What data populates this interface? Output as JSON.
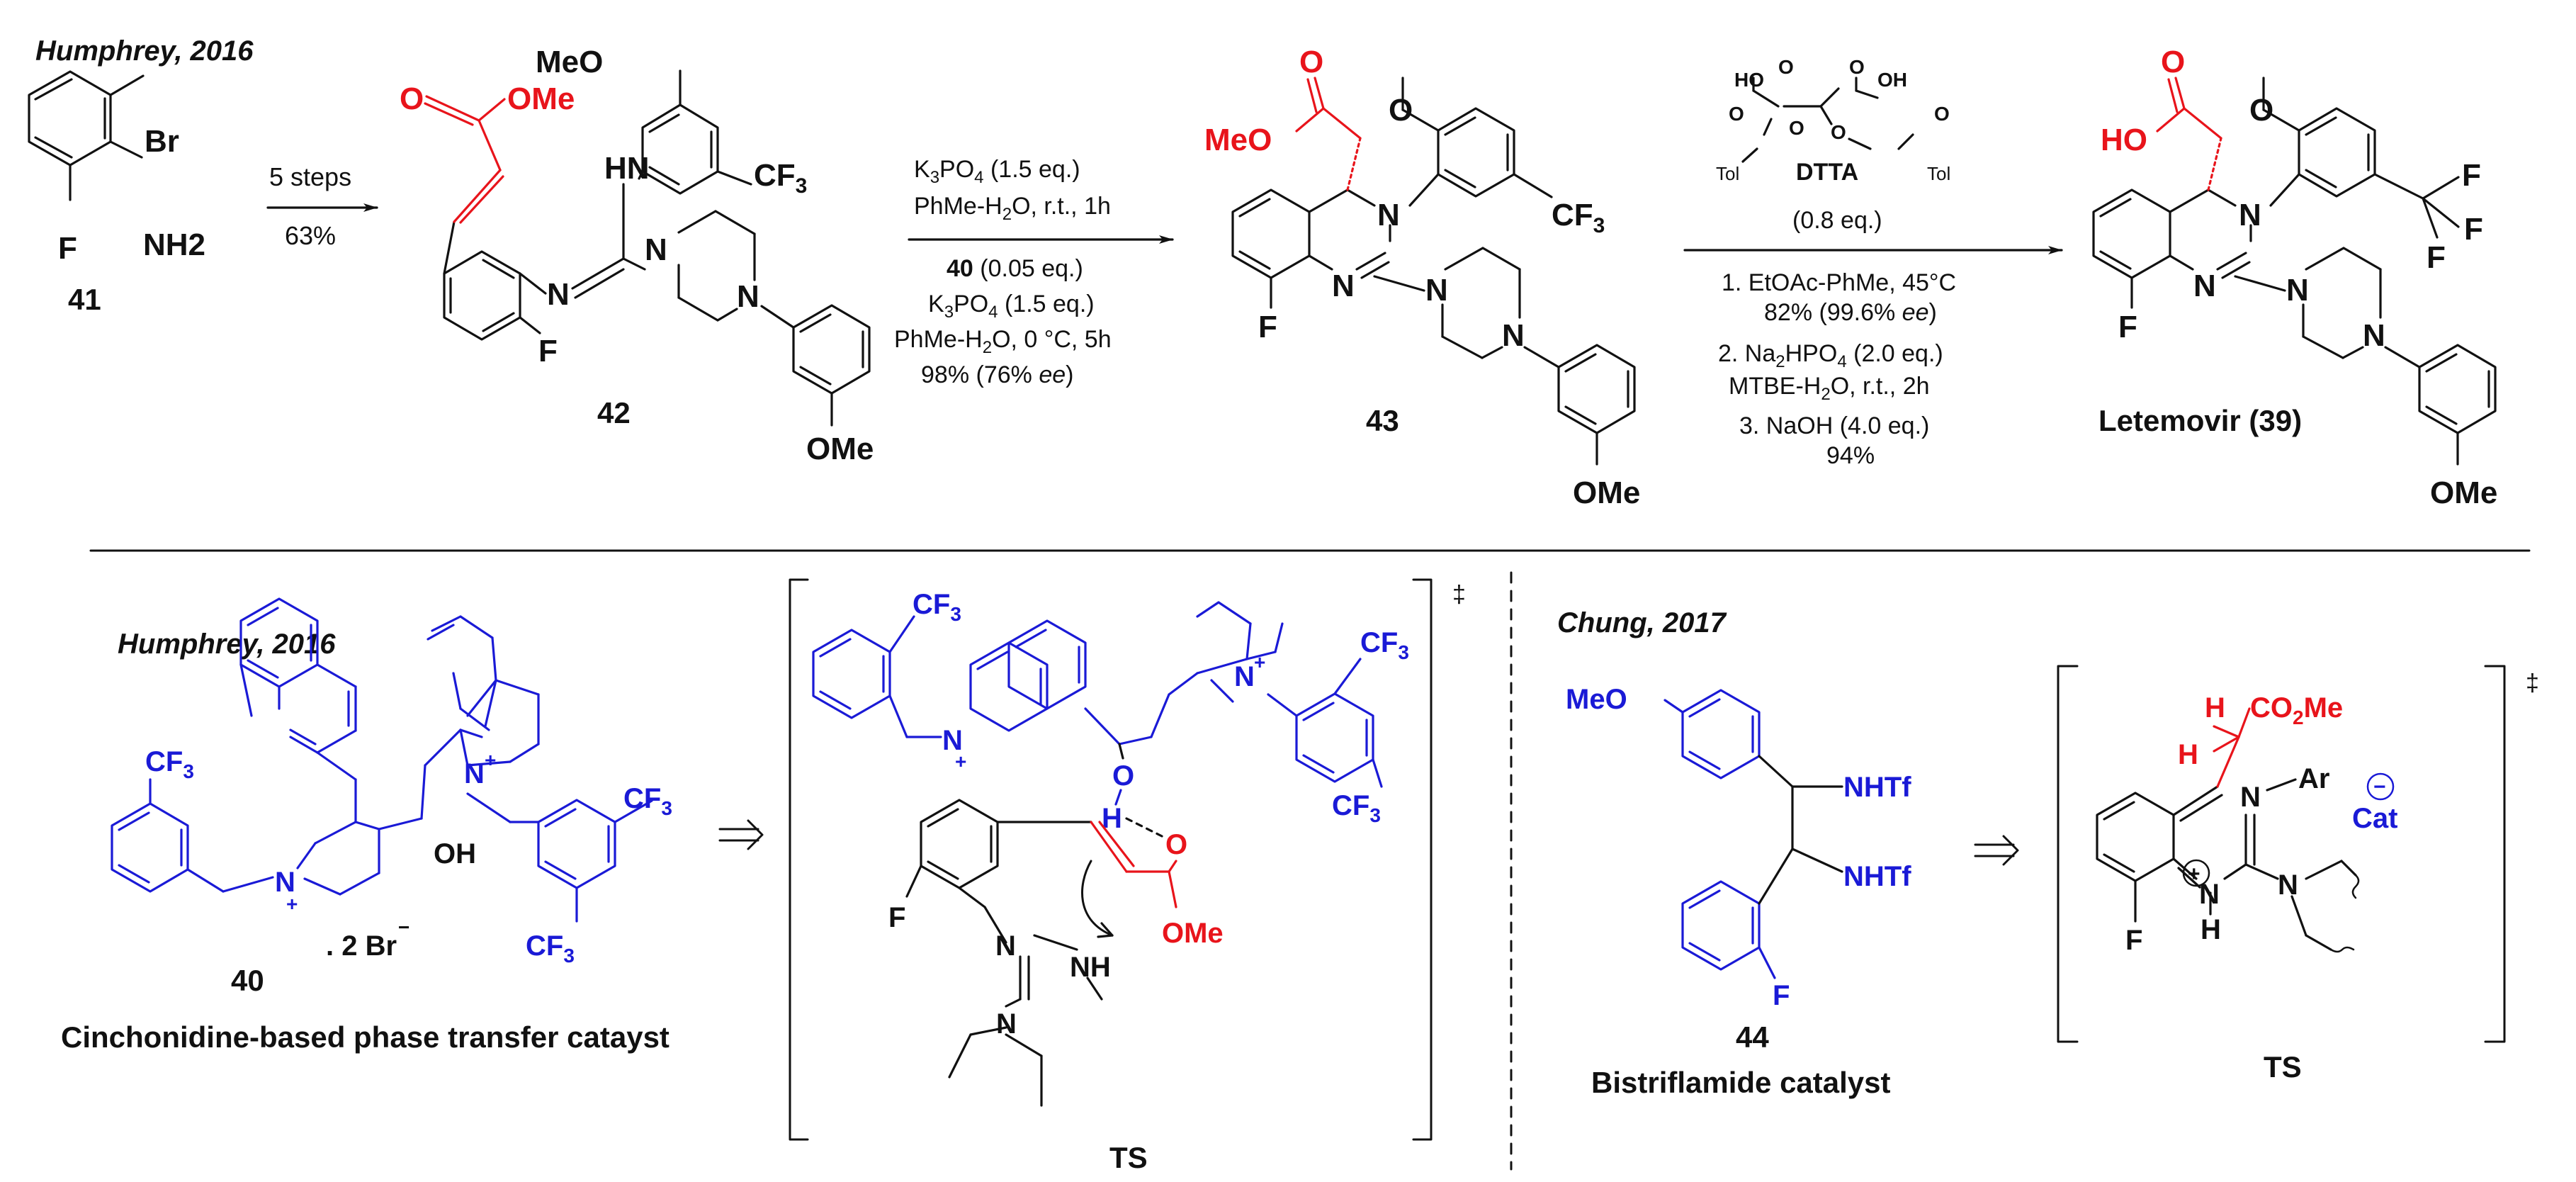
{
  "colors": {
    "black": "#111111",
    "red": "#e8141b",
    "blue": "#1a1ad6"
  },
  "icons": {
    "arrow": "reaction-arrow",
    "retro": "retrosynthesis-arrow",
    "dagger": "double-dagger"
  },
  "top": {
    "ref": "Humphrey, 2016",
    "c41": {
      "label": "41",
      "atoms": {
        "br": "Br",
        "nh2": "NH2",
        "f": "F"
      }
    },
    "step1": {
      "above": "5 steps",
      "below": "63%"
    },
    "c42": {
      "label": "42",
      "atoms": {
        "o": "O",
        "ome": "OMe",
        "meo": "MeO",
        "hn": "HN",
        "cf3": "CF",
        "cf3sub": "3",
        "n1": "N",
        "n2": "N",
        "n3": "N",
        "f": "F",
        "ome2": "OMe"
      }
    },
    "step2": {
      "l1a": "K",
      "l1s": "3",
      "l1b": "PO",
      "l1s2": "4",
      "l1c": " (1.5 eq.)",
      "l2a": "PhMe-H",
      "l2s": "2",
      "l2b": "O, r.t., 1h",
      "l3a": "40",
      "l3b": " (0.05 eq.)",
      "l4a": "K",
      "l4s": "3",
      "l4b": "PO",
      "l4s2": "4",
      "l4c": " (1.5 eq.)",
      "l5a": "PhMe-H",
      "l5s": "2",
      "l5b": "O, 0 °C, 5h",
      "l6a": "98% (76% ",
      "l6b": "ee",
      "l6c": ")"
    },
    "c43": {
      "label": "43",
      "atoms": {
        "o": "O",
        "meo": "MeO",
        "n1": "N",
        "n2": "N",
        "n3": "N",
        "n4": "N",
        "cf3": "CF",
        "cf3sub": "3",
        "f": "F",
        "ome": "OMe"
      }
    },
    "step3": {
      "ho1": "HO",
      "oh1": "OH",
      "o1": "O",
      "o2": "O",
      "o3": "O",
      "o4": "O",
      "o5": "O",
      "o6": "O",
      "tol1": "Tol",
      "tol2": "Tol",
      "dtta": "DTTA",
      "eq": "(0.8 eq.)",
      "l1": "1. EtOAc-PhMe, 45°C",
      "l2a": "82% (99.6% ",
      "l2b": "ee",
      "l2c": ")",
      "l3a": "2. Na",
      "l3s": "2",
      "l3b": "HPO",
      "l3s2": "4",
      "l3c": " (2.0 eq.)",
      "l4a": "MTBE-H",
      "l4s": "2",
      "l4b": "O, r.t., 2h",
      "l5": "3. NaOH (4.0 eq.)",
      "l6": "94%"
    },
    "c39": {
      "label": "Letemovir (39)",
      "atoms": {
        "o": "O",
        "ho": "HO",
        "o2": "O",
        "n1": "N",
        "n2": "N",
        "n3": "N",
        "n4": "N",
        "f1": "F",
        "f2": "F",
        "f": "F",
        "ome": "OMe"
      }
    }
  },
  "bottom_left": {
    "ref": "Humphrey, 2016",
    "c40": {
      "label": "40",
      "desc": "Cinchonidine-based phase transfer catayst",
      "atoms": {
        "cf3a": "CF",
        "cf3b": "CF",
        "cf3c": "CF",
        "sub": "3",
        "nplus": "N",
        "plus": "+",
        "nquin": "N",
        "plus2": "+",
        "oh": "OH",
        "br": ". 2 Br",
        "minus": "−"
      }
    }
  },
  "ts1": {
    "label": "TS",
    "dagger": "‡",
    "atoms": {
      "cf3a": "CF",
      "cf3b": "CF",
      "cf3c": "CF",
      "sub": "3",
      "n1": "N",
      "plus1": "+",
      "n2": "N",
      "plus2": "+",
      "o": "O",
      "h": "H",
      "o2": "O",
      "ome": "OMe",
      "f": "F",
      "n3": "N",
      "nh": "NH",
      "n4": "N"
    }
  },
  "bottom_right": {
    "ref": "Chung, 2017",
    "c44": {
      "label": "44",
      "desc": "Bistriflamide catalyst",
      "atoms": {
        "meo": "MeO",
        "nhtf1": "NHTf",
        "nhtf2": "NHTf",
        "f": "F"
      }
    }
  },
  "ts2": {
    "label": "TS",
    "dagger": "‡",
    "atoms": {
      "h1": "H",
      "h2": "H",
      "co2me": "CO",
      "co2sub": "2",
      "co2me2": "Me",
      "n1": "N",
      "ar": "Ar",
      "cat": "Cat",
      "minus": "−",
      "plus": "+",
      "n2": "N",
      "h3": "H",
      "n3": "N",
      "f": "F"
    }
  }
}
